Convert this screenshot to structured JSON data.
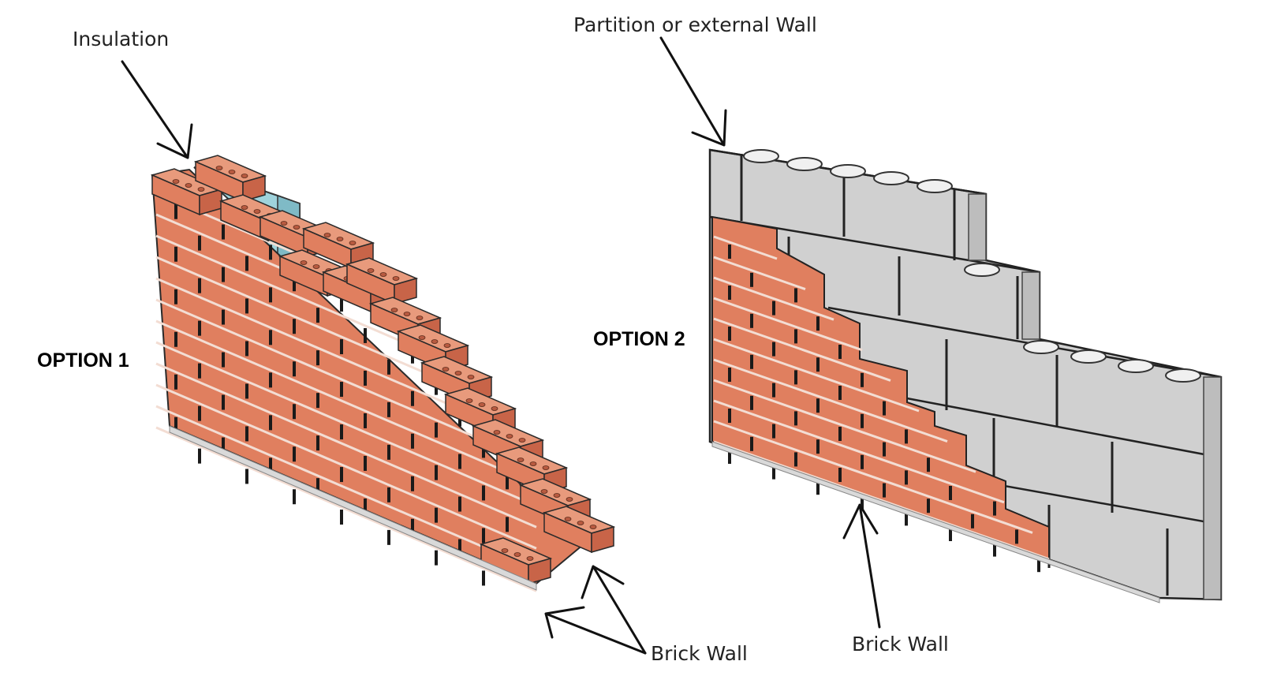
{
  "labels": {
    "insulation": "Insulation",
    "partition": "Partition or external Wall",
    "option1": "OPTION 1",
    "option2": "OPTION 2",
    "brick_wall_1": "Brick Wall",
    "brick_wall_2": "Brick Wall"
  },
  "colors": {
    "brick_front": "#e07f5f",
    "brick_top": "#e89a7c",
    "brick_side": "#c86448",
    "joint": "#f3ddd3",
    "block_front": "#d0d0d0",
    "block_top": "#e6e6e6",
    "block_side": "#bdbdbd",
    "insulation": "#9fd3dc",
    "insulation_dark": "#7fbac6"
  }
}
